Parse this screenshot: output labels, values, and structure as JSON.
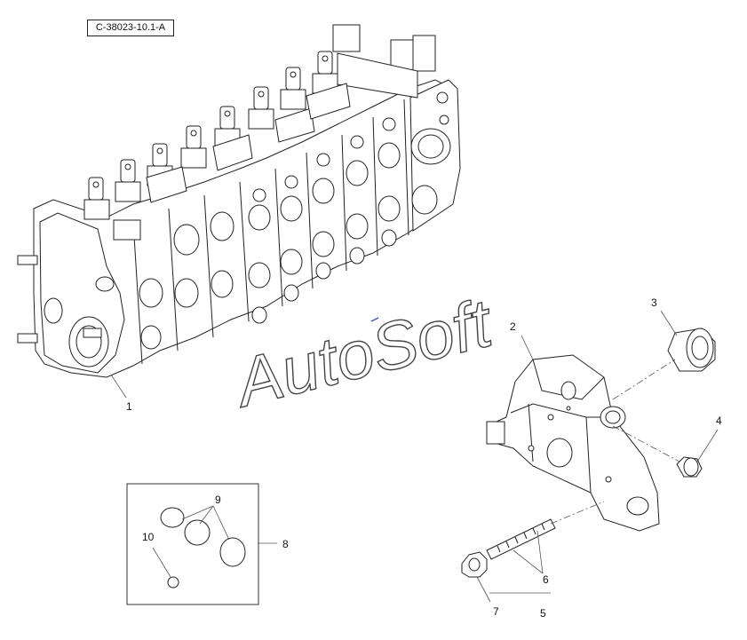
{
  "reference_code": "C-38023-10.1-A",
  "watermark": "AutoSoft",
  "callouts": {
    "c1": "1",
    "c2": "2",
    "c3": "3",
    "c4": "4",
    "c5": "5",
    "c6": "6",
    "c7": "7",
    "c8": "8",
    "c9": "9",
    "c10": "10"
  },
  "colors": {
    "line": "#222222",
    "leader": "#555555",
    "watermark_stroke": "#444444"
  }
}
